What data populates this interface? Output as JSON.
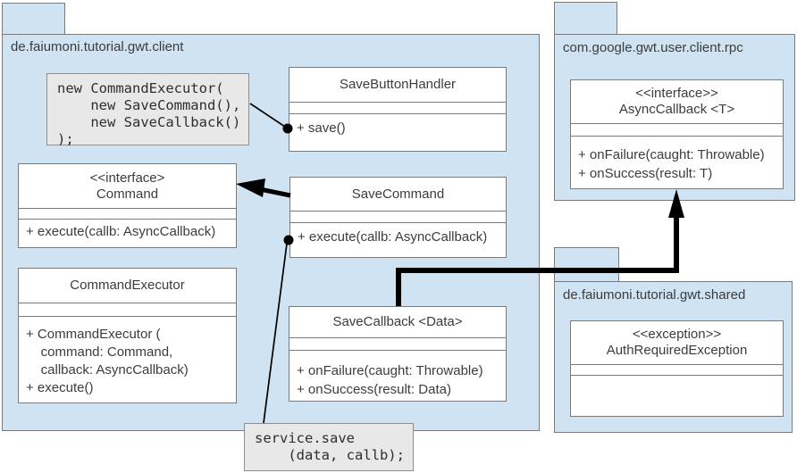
{
  "diagram_type": "uml-class-diagram",
  "packages": {
    "client": {
      "label": "de.faiumoni.tutorial.gwt.client"
    },
    "rpc": {
      "label": "com.google.gwt.user.client.rpc"
    },
    "shared": {
      "label": "de.faiumoni.tutorial.gwt.shared"
    }
  },
  "notes": {
    "constructor_call": {
      "lines": [
        "new CommandExecutor(",
        "    new SaveCommand(),",
        "    new SaveCallback()",
        ");"
      ]
    },
    "service_call": {
      "lines": [
        "service.save",
        "    (data, callb);"
      ]
    }
  },
  "classes": {
    "save_button_handler": {
      "title": [
        "SaveButtonHandler"
      ],
      "methods": [
        "+ save()"
      ]
    },
    "command": {
      "title": [
        "<<interface>",
        "Command"
      ],
      "methods": [
        "+ execute(callb: AsyncCallback)"
      ]
    },
    "save_command": {
      "title": [
        "SaveCommand"
      ],
      "methods": [
        "+ execute(callb: AsyncCallback)"
      ]
    },
    "command_executor": {
      "title": [
        "CommandExecutor"
      ],
      "methods": [
        "+ CommandExecutor (",
        "    command: Command,",
        "    callback: AsyncCallback)",
        "+ execute()"
      ]
    },
    "save_callback": {
      "title": [
        "SaveCallback <Data>"
      ],
      "methods": [
        "+ onFailure(caught: Throwable)",
        "+ onSuccess(result: Data)"
      ]
    },
    "async_callback": {
      "title": [
        "<<interface>>",
        "AsyncCallback <T>"
      ],
      "methods": [
        "+ onFailure(caught: Throwable)",
        "+ onSuccess(result: T)"
      ]
    },
    "auth_required_exception": {
      "title": [
        "<<exception>>",
        "AuthRequiredException"
      ],
      "methods": []
    }
  },
  "relationships": {
    "realization": "SaveCommand implements Command",
    "generalization": "SaveCallback extends AsyncCallback"
  },
  "colors": {
    "package_fill": "#cfe3f2",
    "class_fill": "#ffffff",
    "note_fill": "#e8e8e8",
    "border": "#7a7a7a",
    "arrow": "#000000",
    "text": "#3c3c3c"
  }
}
